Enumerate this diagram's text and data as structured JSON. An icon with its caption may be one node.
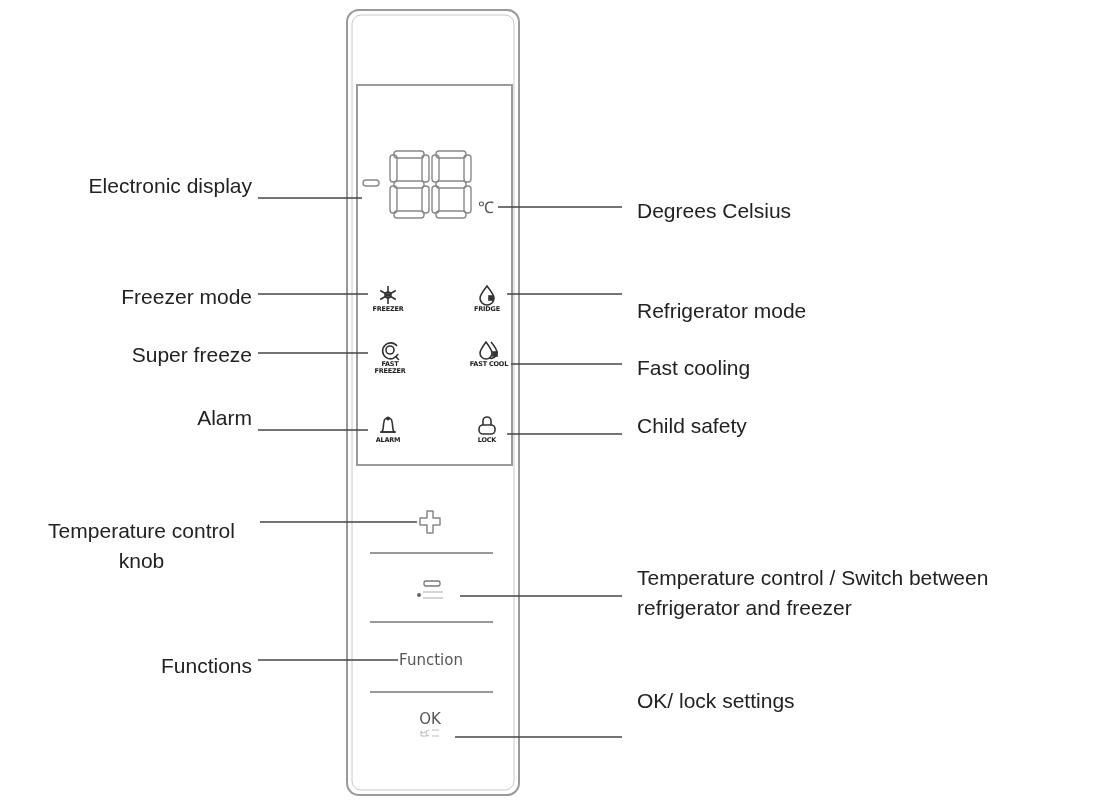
{
  "diagram": {
    "nodes": [
      {
        "text": [
          "Electronic display"
        ]
      },
      {
        "text": [],
        "shape": "box"
      },
      {
        "text": [
          "Degrees Celsius"
        ]
      },
      {
        "text": [
          "℃"
        ]
      },
      {
        "text": [
          "Freezer mode"
        ]
      },
      {
        "text": [
          "FREEZER"
        ]
      },
      {
        "text": [
          "Refrigerator mode"
        ]
      },
      {
        "text": [
          "FRIDGE"
        ]
      },
      {
        "text": [
          "Super freeze"
        ]
      },
      {
        "text": [
          "FAST FREEZER"
        ]
      },
      {
        "text": [
          "Fast cooling"
        ]
      },
      {
        "text": [
          "FAST COOL"
        ]
      },
      {
        "text": [
          "Alarm"
        ]
      },
      {
        "text": [
          "ALARM"
        ]
      },
      {
        "text": [
          "Child safety"
        ]
      },
      {
        "text": [
          "LOCK"
        ]
      },
      {
        "text": [
          "Temperature control knob"
        ]
      },
      {
        "text": [],
        "shape": "plus"
      },
      {
        "text": [
          "Temperature control / Switch between refrigerator and freezer"
        ]
      },
      {
        "text": [],
        "shape": "minus"
      },
      {
        "text": [
          "Functions"
        ]
      },
      {
        "text": [
          "Function"
        ]
      },
      {
        "text": [
          "OK/ lock settings"
        ]
      },
      {
        "text": [
          "OK"
        ]
      }
    ],
    "edges": [
      {
        "from": 0,
        "to": 1,
        "arrow": "none"
      },
      {
        "from": 2,
        "to": 3,
        "arrow": "none"
      },
      {
        "from": 4,
        "to": 5,
        "arrow": "none"
      },
      {
        "from": 6,
        "to": 7,
        "arrow": "none"
      },
      {
        "from": 8,
        "to": 9,
        "arrow": "none"
      },
      {
        "from": 10,
        "to": 11,
        "arrow": "none"
      },
      {
        "from": 12,
        "to": 13,
        "arrow": "none"
      },
      {
        "from": 14,
        "to": 15,
        "arrow": "none"
      },
      {
        "from": 16,
        "to": 17,
        "arrow": "none"
      },
      {
        "from": 18,
        "to": 19,
        "arrow": "none"
      },
      {
        "from": 20,
        "to": 21,
        "arrow": "none"
      },
      {
        "from": 22,
        "to": 23,
        "arrow": "none"
      }
    ]
  }
}
